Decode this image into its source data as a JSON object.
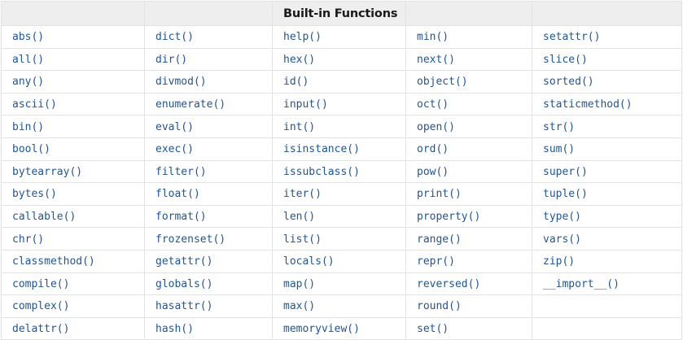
{
  "page": {
    "background": "#fbfbfb",
    "link_color": "#1f5599",
    "header_background": "#eeeeee",
    "border_color": "#e3e3e3"
  },
  "table": {
    "name": "builtin-functions-table",
    "column_count": 5,
    "row_count": 14,
    "headers": [
      "",
      "",
      "Built-in Functions",
      "",
      ""
    ],
    "rows": [
      [
        "abs()",
        "dict()",
        "help()",
        "min()",
        "setattr()"
      ],
      [
        "all()",
        "dir()",
        "hex()",
        "next()",
        "slice()"
      ],
      [
        "any()",
        "divmod()",
        "id()",
        "object()",
        "sorted()"
      ],
      [
        "ascii()",
        "enumerate()",
        "input()",
        "oct()",
        "staticmethod()"
      ],
      [
        "bin()",
        "eval()",
        "int()",
        "open()",
        "str()"
      ],
      [
        "bool()",
        "exec()",
        "isinstance()",
        "ord()",
        "sum()"
      ],
      [
        "bytearray()",
        "filter()",
        "issubclass()",
        "pow()",
        "super()"
      ],
      [
        "bytes()",
        "float()",
        "iter()",
        "print()",
        "tuple()"
      ],
      [
        "callable()",
        "format()",
        "len()",
        "property()",
        "type()"
      ],
      [
        "chr()",
        "frozenset()",
        "list()",
        "range()",
        "vars()"
      ],
      [
        "classmethod()",
        "getattr()",
        "locals()",
        "repr()",
        "zip()"
      ],
      [
        "compile()",
        "globals()",
        "map()",
        "reversed()",
        "__import__()"
      ],
      [
        "complex()",
        "hasattr()",
        "max()",
        "round()",
        ""
      ],
      [
        "delattr()",
        "hash()",
        "memoryview()",
        "set()",
        ""
      ]
    ]
  }
}
